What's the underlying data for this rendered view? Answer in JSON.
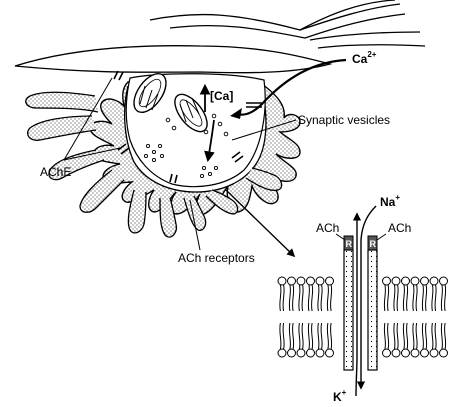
{
  "labels": {
    "calcium_ion": "Ca",
    "calcium_charge": "2+",
    "calcium_internal": "[Ca]",
    "synaptic_vesicles": "Synaptic vesicles",
    "ache": "AChE",
    "ach_receptors": "ACh receptors",
    "sodium_ion": "Na",
    "sodium_charge": "+",
    "potassium_ion": "K",
    "potassium_charge": "+",
    "ach_left": "ACh",
    "ach_right": "ACh",
    "receptor_left": "R",
    "receptor_right": "R"
  },
  "colors": {
    "line": "#000000",
    "fill": "#ffffff",
    "stipple": "#000000",
    "receptor_head": "#555555"
  }
}
